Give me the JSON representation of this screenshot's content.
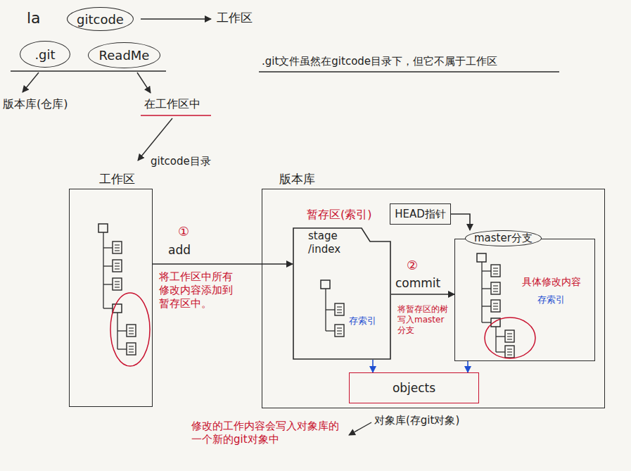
{
  "diagram": {
    "nodes": [
      {
        "text": [
          "gitcode"
        ]
      },
      {
        "text": [
          ".git"
        ]
      },
      {
        "text": [
          "ReadMe"
        ]
      },
      {
        "text": [
          "工作区"
        ]
      },
      {
        "text": [
          "版本库"
        ]
      },
      {
        "text": [
          "暂存区(索引)",
          "stage /index"
        ],
        "in": 4
      },
      {
        "text": [
          "HEAD指针"
        ],
        "in": 4
      },
      {
        "text": [
          "master分支"
        ],
        "in": 4
      },
      {
        "text": [
          "objects"
        ],
        "in": 4
      }
    ],
    "edges": [
      {
        "from": 3,
        "to": 5,
        "label": "add",
        "arrow": "to"
      },
      {
        "from": 5,
        "to": 7,
        "label": "commit",
        "arrow": "to"
      },
      {
        "from": 6,
        "to": 7,
        "arrow": "to"
      },
      {
        "from": 5,
        "to": 8,
        "arrow": "to"
      },
      {
        "from": 7,
        "to": 8,
        "arrow": "to"
      }
    ],
    "labels": [
      "la",
      "工作区",
      "版本库(仓库)",
      "在工作区中",
      "gitcode目录",
      ".git文件虽然在gitcode目录下，但它不属于工作区",
      "①",
      "将工作区中所有修改内容添加到暂存区中。",
      "②",
      "将暂存区的树写入master分支",
      "存索引",
      "具体修改内容",
      "存索引",
      "对象库(存git对象)",
      "修改的工作内容会写入对象库的一个新的git对象中"
    ]
  }
}
